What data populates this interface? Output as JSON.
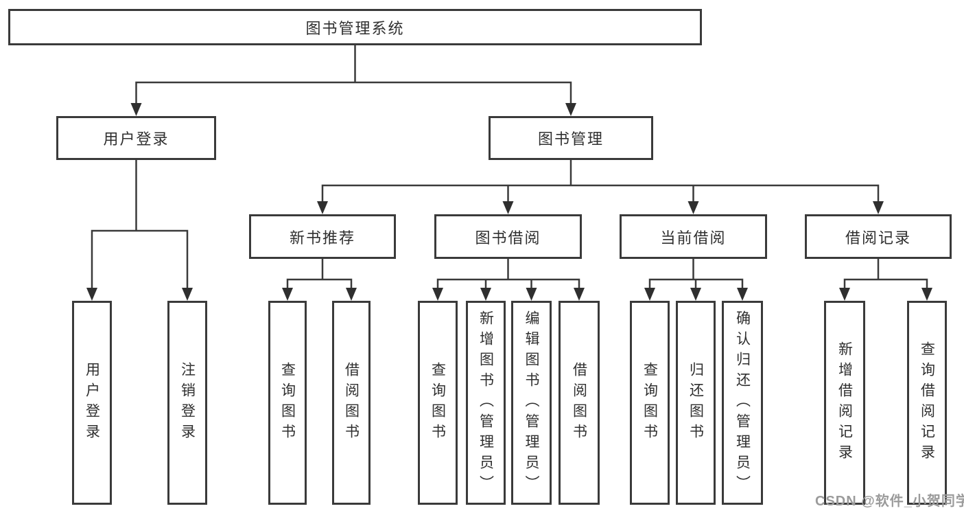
{
  "tree": {
    "root": "图书管理系统",
    "branches": [
      {
        "label": "用户登录",
        "children": [
          {
            "label": "用户登录"
          },
          {
            "label": "注销登录"
          }
        ]
      },
      {
        "label": "图书管理",
        "children": [
          {
            "label": "新书推荐",
            "children": [
              {
                "label": "查询图书"
              },
              {
                "label": "借阅图书"
              }
            ]
          },
          {
            "label": "图书借阅",
            "children": [
              {
                "label": "查询图书"
              },
              {
                "label": "新增图书（管理员）"
              },
              {
                "label": "编辑图书（管理员）"
              },
              {
                "label": "借阅图书"
              }
            ]
          },
          {
            "label": "当前借阅",
            "children": [
              {
                "label": "查询图书"
              },
              {
                "label": "归还图书"
              },
              {
                "label": "确认归还（管理员）"
              }
            ]
          },
          {
            "label": "借阅记录",
            "children": [
              {
                "label": "新增借阅记录"
              },
              {
                "label": "查询借阅记录"
              }
            ]
          }
        ]
      }
    ]
  },
  "watermark": "CSDN @软件_小贺同学",
  "colors": {
    "background": "#ffffff",
    "line": "#3a3a3a",
    "arrow": "#2f2f2f",
    "text": "#2f2f2f",
    "watermark": "#9b9b9b"
  }
}
